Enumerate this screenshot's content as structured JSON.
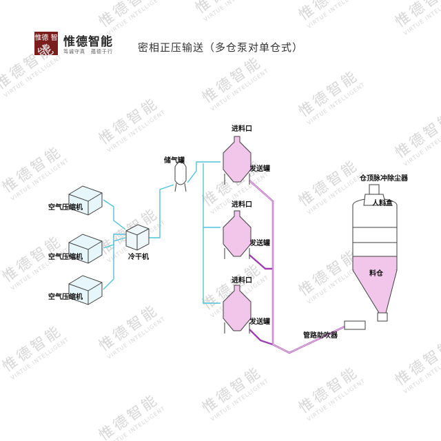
{
  "brand": {
    "seal_text": "惟德 智能",
    "name": "惟德智能",
    "slogan": "笃诚守真　蕴德于行"
  },
  "title": "密相正压输送（多仓泵对单仓式）",
  "watermark": {
    "text_cn": "惟德智能",
    "text_en": "VIRTUE INTELLIGENT"
  },
  "labels": {
    "compressor": "空气压缩机",
    "dryer": "冷干机",
    "gas_tank": "储气罐",
    "feed_inlet": "进料口",
    "sender": "发送罐",
    "anti_block": "管路助吹器",
    "dust_collector": "仓顶脉冲除尘器",
    "manhole": "人料盒",
    "silo": "料仓"
  },
  "colors": {
    "air_line": "#4fc3d9",
    "material_line": "#9b3fb0",
    "material_fill": "#f1c6ea",
    "equipment_stroke": "#3d3d3d",
    "brand_seal": "#7a1d1d"
  }
}
